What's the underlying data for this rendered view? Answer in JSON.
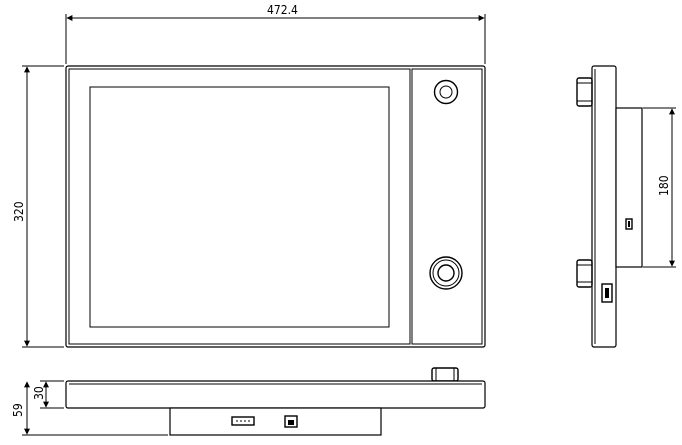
{
  "dimensions": {
    "width": "472.4",
    "height": "320",
    "side_depth": "180",
    "bottom_thickness": "30",
    "bottom_total": "59"
  },
  "icons": {
    "top_knob": "rotary-knob-icon",
    "bottom_knob": "rotary-knob-icon",
    "side_usb": "usb-port-icon",
    "side_port": "connector-port-icon",
    "bottom_serial": "serial-port-icon",
    "bottom_rj45": "ethernet-port-icon"
  }
}
